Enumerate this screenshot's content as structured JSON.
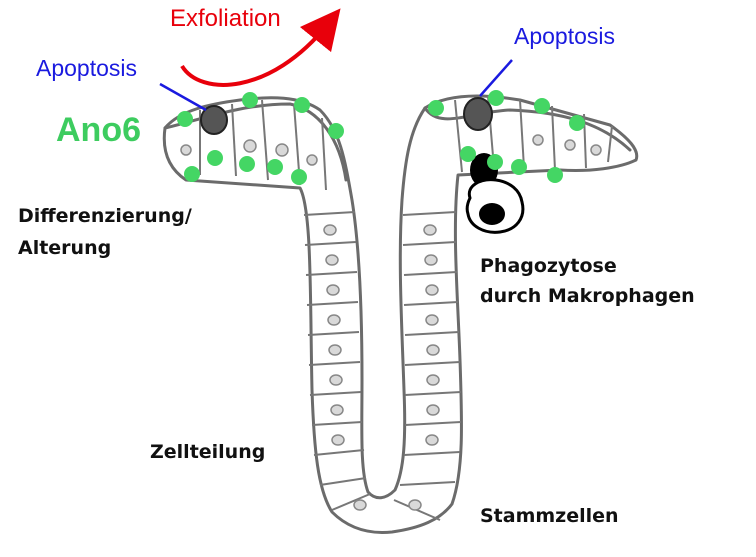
{
  "labels": {
    "exfoliation": "Exfoliation",
    "apoptosis_left": "Apoptosis",
    "apoptosis_right": "Apoptosis",
    "ano6": "Ano6",
    "differentiation_line1": "Differenzierung/",
    "differentiation_line2": "Alterung",
    "phagocytosis_line1": "Phagozytose",
    "phagocytosis_line2": "durch Makrophagen",
    "cell_division": "Zellteilung",
    "stem_cells": "Stammzellen"
  },
  "colors": {
    "exfoliation": "#e8000b",
    "apoptosis": "#1a1adf",
    "ano6": "#3dcc5f",
    "marker_dot": "#44d664",
    "text_black": "#111111",
    "tissue_outline": "#6b6b6b"
  }
}
